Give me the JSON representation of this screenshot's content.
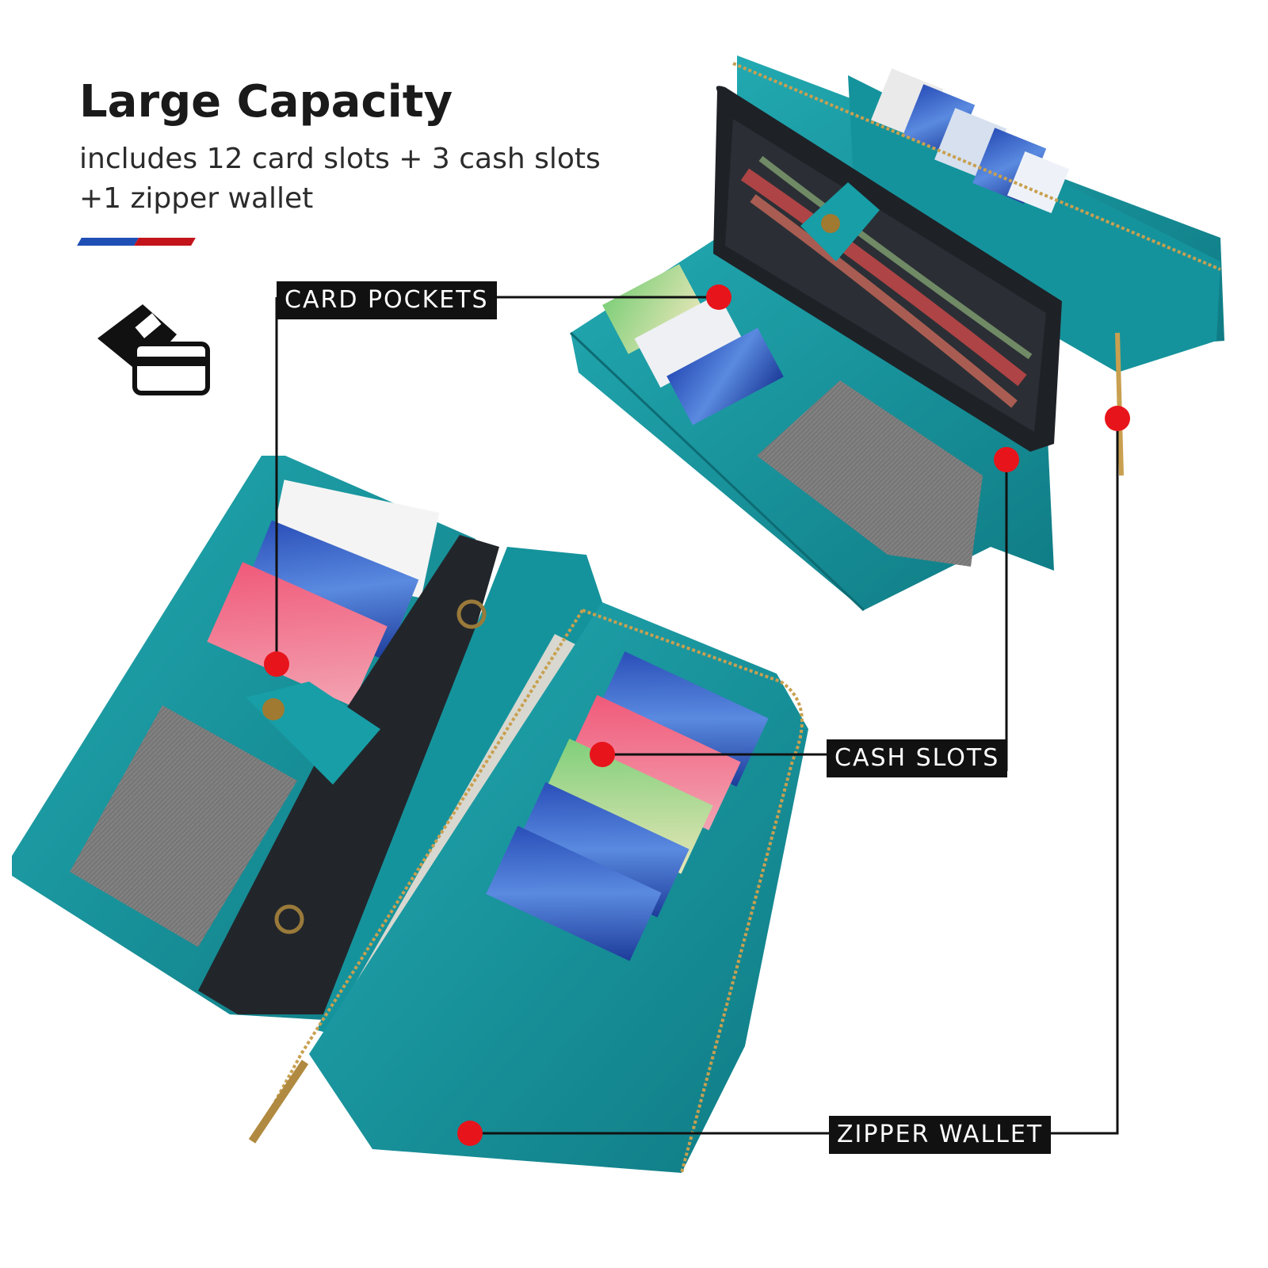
{
  "headline": "Large Capacity",
  "subline": {
    "line1": "includes 12 card slots + 3 cash slots",
    "line2": "+1 zipper wallet"
  },
  "callouts": {
    "card_pockets": "CARD POCKETS",
    "cash_slots": "CASH SLOTS",
    "zipper_wallet": "ZIPPER WALLET"
  },
  "colors": {
    "teal": "#1a9aa3",
    "teal_dark": "#117c85",
    "marker_red": "#e8141b",
    "stripe_blue": "#1f4fb5",
    "stripe_red": "#c3141c",
    "label_bg": "#111111"
  },
  "icons": [
    "card-icon",
    "wallet-case-photo"
  ]
}
